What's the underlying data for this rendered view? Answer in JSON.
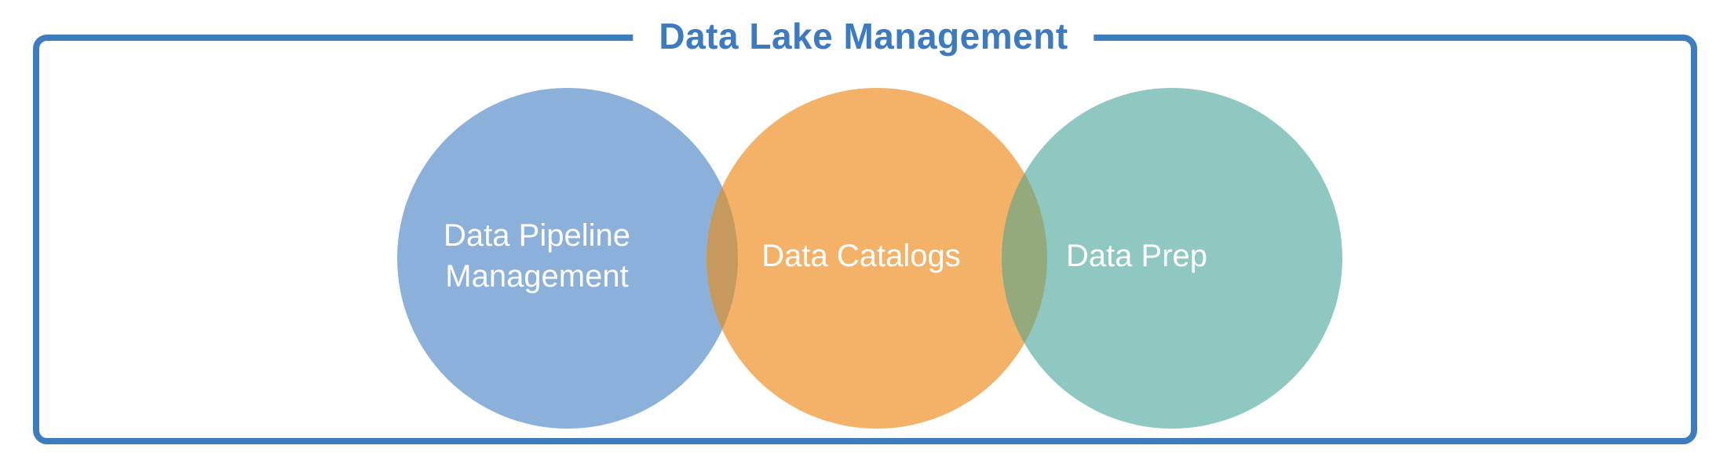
{
  "title": "Data Lake Management",
  "colors": {
    "frame_border": "#3e7cc0",
    "title_text": "#3d7abf",
    "label_text": "#ffffff",
    "circle_blue": "#8bb0da",
    "circle_orange": "#f4b269",
    "circle_teal": "#8fc8c1",
    "overlap_blue_orange": "#c69a5e",
    "overlap_orange_teal": "#94aa7d",
    "background": "#ffffff"
  },
  "diagram": {
    "type": "venn",
    "circles": [
      {
        "id": "data-pipeline-management",
        "label": "Data Pipeline Management",
        "label_lines": [
          "Data Pipeline",
          "Management"
        ],
        "color": "#8bb0da"
      },
      {
        "id": "data-catalogs",
        "label": "Data Catalogs",
        "label_lines": [
          "Data Catalogs"
        ],
        "color": "#f4b269"
      },
      {
        "id": "data-prep",
        "label": "Data Prep",
        "label_lines": [
          "Data Prep"
        ],
        "color": "#8fc8c1"
      }
    ],
    "overlaps": [
      {
        "between": [
          "data-pipeline-management",
          "data-catalogs"
        ],
        "color": "#c69a5e"
      },
      {
        "between": [
          "data-catalogs",
          "data-prep"
        ],
        "color": "#94aa7d"
      }
    ]
  }
}
